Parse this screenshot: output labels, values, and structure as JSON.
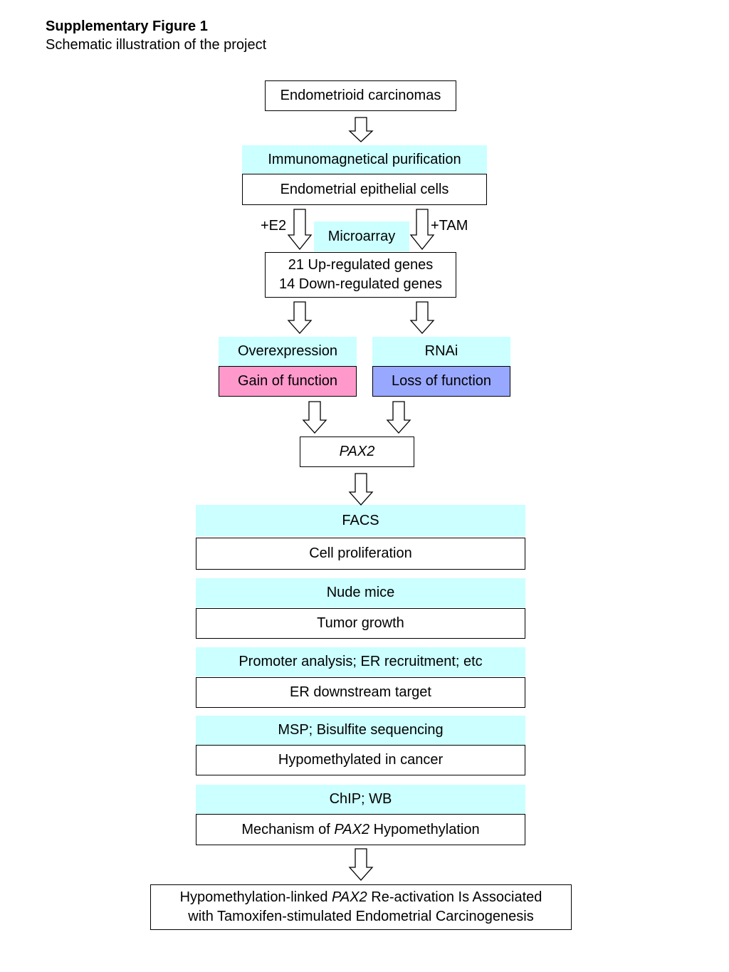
{
  "caption": {
    "title": "Supplementary Figure 1",
    "subtitle": "Schematic illustration of the project"
  },
  "steps": {
    "source": "Endometrioid carcinomas",
    "purification": "Immunomagnetical purification",
    "cells": "Endometrial epithelial cells",
    "treatment_left": "+E2",
    "treatment_right": "+TAM",
    "microarray": "Microarray",
    "genes_up": "21 Up-regulated genes",
    "genes_down": "14 Down-regulated genes",
    "overexpression": "Overexpression",
    "gain": "Gain of function",
    "rnai": "RNAi",
    "loss": "Loss of function",
    "gene": "PAX2",
    "facs": "FACS",
    "proliferation": "Cell proliferation",
    "nude_mice": "Nude mice",
    "tumor_growth": "Tumor growth",
    "promoter": "Promoter analysis; ER recruitment; etc",
    "er_target": "ER downstream target",
    "msp": "MSP; Bisulfite sequencing",
    "hypomethylated": "Hypomethylated in cancer",
    "chip": "ChIP; WB",
    "mechanism_pre": "Mechanism of ",
    "mechanism_gene": "PAX2",
    "mechanism_post": " Hypomethylation",
    "conclusion_line1_pre": "Hypomethylation-linked ",
    "conclusion_line1_gene": "PAX2",
    "conclusion_line1_post": " Re-activation Is Associated",
    "conclusion_line2": "with Tamoxifen-stimulated Endometrial Carcinogenesis"
  },
  "colors": {
    "band": "#ccffff",
    "gain": "#ff99cc",
    "loss": "#99a8ff"
  }
}
